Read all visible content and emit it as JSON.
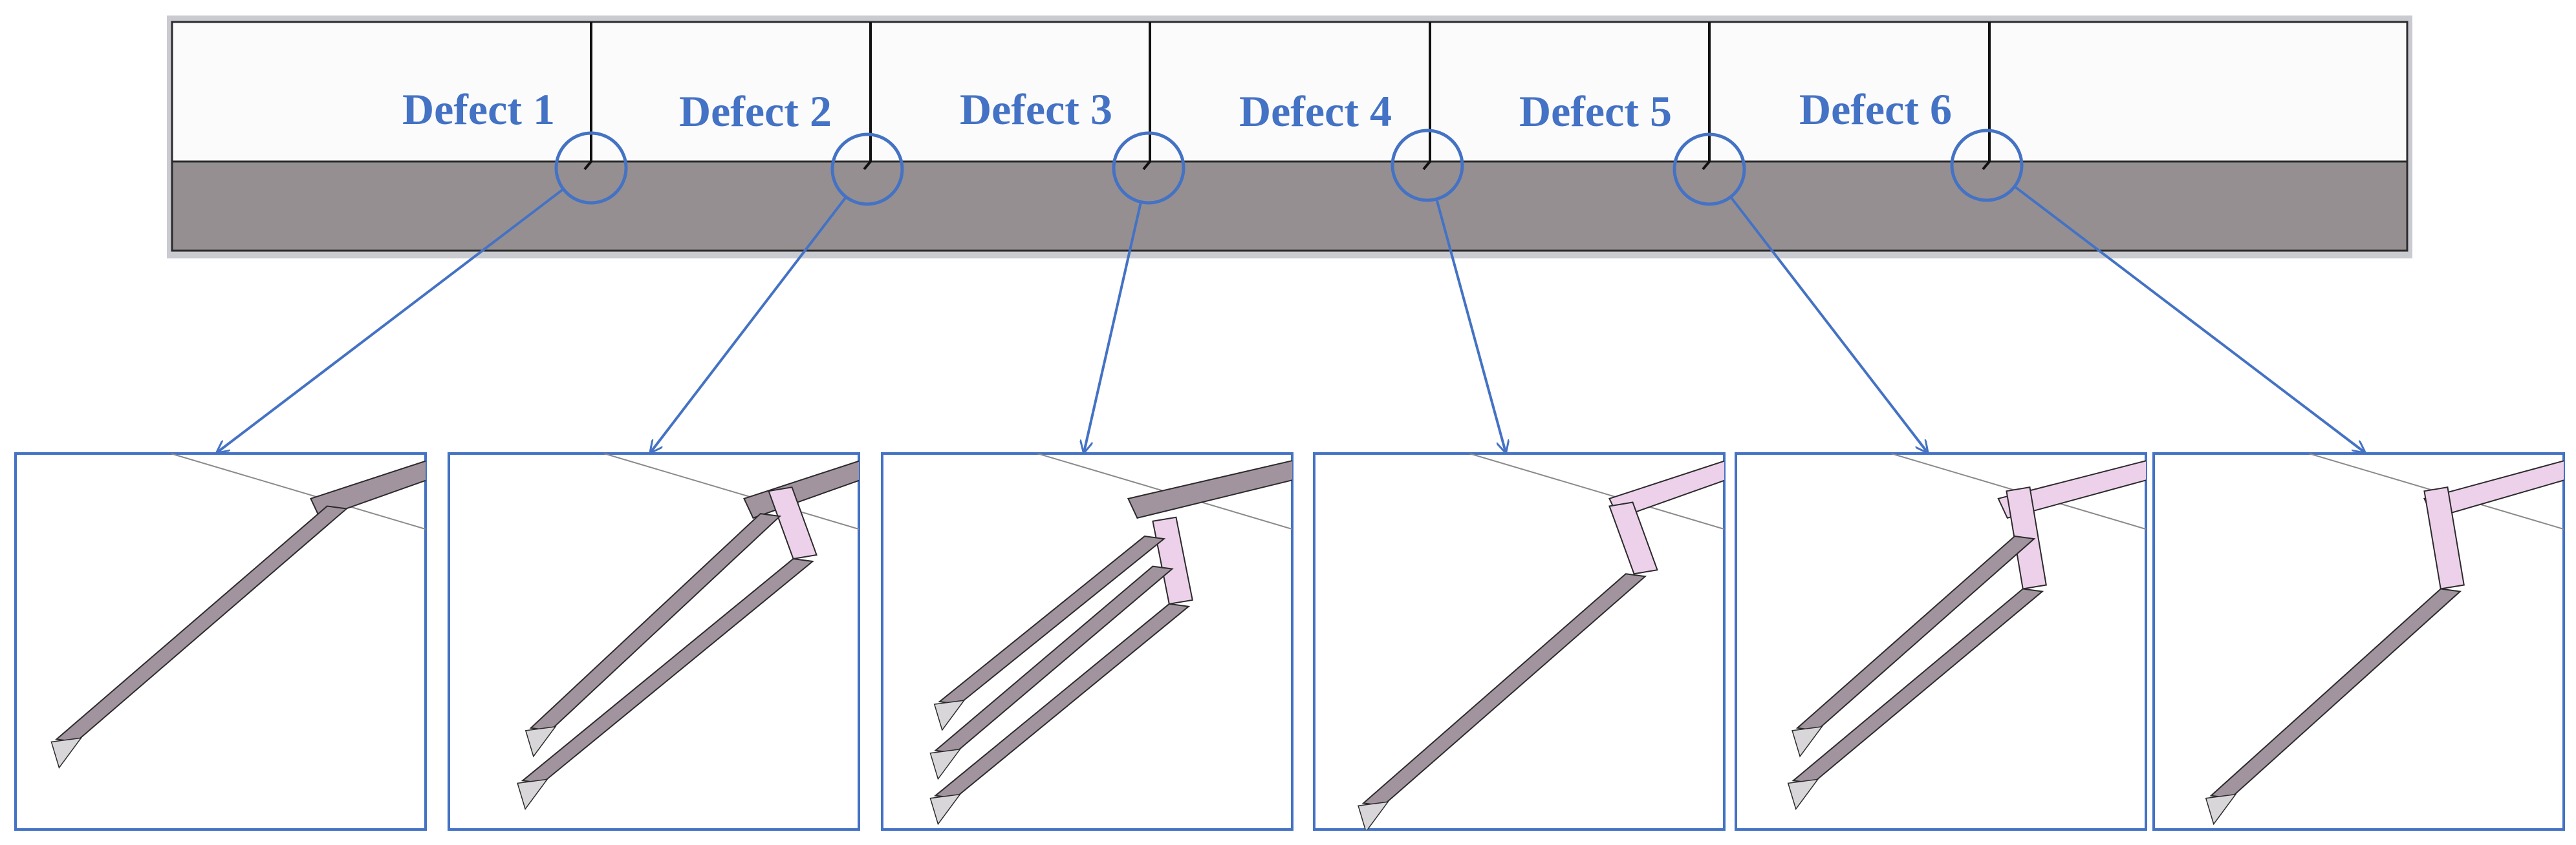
{
  "colors": {
    "accent_blue": "#4472C4",
    "label_blue": "#4472C4",
    "substrate_gray": "#958F92",
    "upper_layer": "#FBFBFB",
    "frame_gray": "#C9CBD1",
    "crack_gray": "#A1949F",
    "crack_pink": "#EDD0EA",
    "edge_dark": "#2B2B2B"
  },
  "defects": [
    {
      "label": "Defect 1",
      "variant": "single"
    },
    {
      "label": "Defect 2",
      "variant": "double-pink"
    },
    {
      "label": "Defect 3",
      "variant": "triple-pink"
    },
    {
      "label": "Defect 4",
      "variant": "single-long-pink"
    },
    {
      "label": "Defect 5",
      "variant": "double-long-pink"
    },
    {
      "label": "Defect 6",
      "variant": "single-full-pink"
    }
  ]
}
